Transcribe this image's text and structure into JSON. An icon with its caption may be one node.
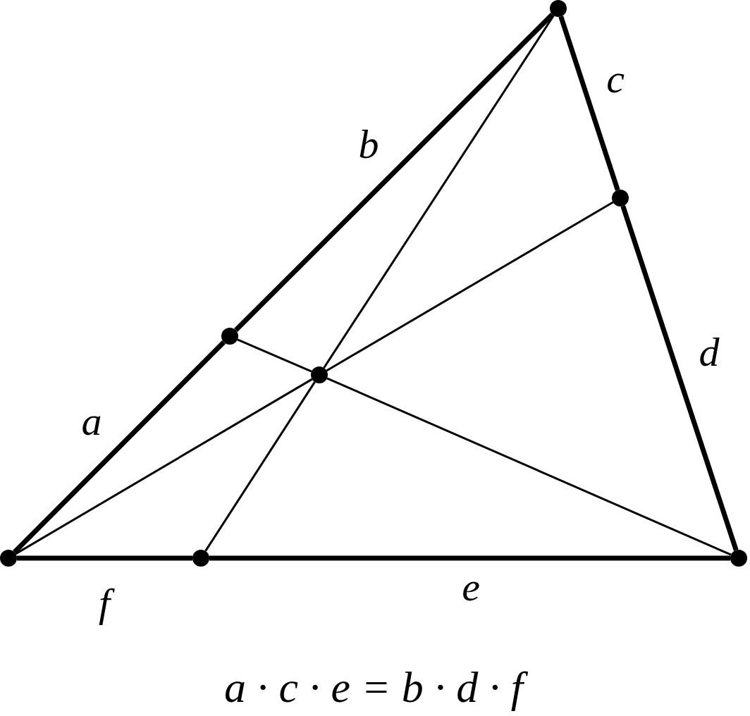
{
  "diagram": {
    "caption": "a · c · e = b · d · f",
    "nodes": [
      {
        "text": [],
        "shape": "circle"
      },
      {
        "text": [],
        "shape": "circle"
      },
      {
        "text": [],
        "shape": "circle"
      },
      {
        "text": [],
        "shape": "circle"
      },
      {
        "text": [],
        "shape": "circle"
      },
      {
        "text": [],
        "shape": "circle"
      },
      {
        "text": [],
        "shape": "circle"
      }
    ],
    "edges": [
      {
        "from": 4,
        "to": 2,
        "arrow": "none",
        "label": "a",
        "style": "thick"
      },
      {
        "from": 2,
        "to": 0,
        "arrow": "none",
        "label": "b",
        "style": "thick"
      },
      {
        "from": 0,
        "to": 1,
        "arrow": "none",
        "label": "c",
        "style": "thick"
      },
      {
        "from": 1,
        "to": 6,
        "arrow": "none",
        "label": "d",
        "style": "thick"
      },
      {
        "from": 5,
        "to": 6,
        "arrow": "none",
        "label": "e",
        "style": "thick"
      },
      {
        "from": 4,
        "to": 5,
        "arrow": "none",
        "label": "f",
        "style": "thick"
      },
      {
        "from": 0,
        "to": 3,
        "arrow": "none"
      },
      {
        "from": 3,
        "to": 5,
        "arrow": "none"
      },
      {
        "from": 4,
        "to": 3,
        "arrow": "none"
      },
      {
        "from": 3,
        "to": 1,
        "arrow": "none"
      },
      {
        "from": 2,
        "to": 3,
        "arrow": "none"
      },
      {
        "from": 3,
        "to": 6,
        "arrow": "none"
      }
    ]
  }
}
